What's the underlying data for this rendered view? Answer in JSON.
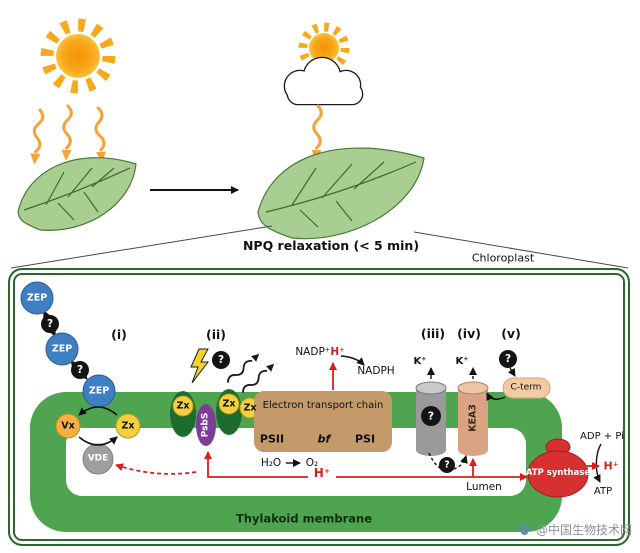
{
  "scene": {
    "npq_label": "NPQ relaxation (< 5 min)",
    "chloroplast_label": "Chloroplast"
  },
  "panels": {
    "i": "(i)",
    "ii": "(ii)",
    "iii": "(iii)",
    "iv": "(iv)",
    "v": "(v)"
  },
  "proteins": {
    "zep": "ZEP",
    "question": "?",
    "vx": "Vx",
    "zx": "Zx",
    "vde": "VDE",
    "psbs": "PsbS",
    "etc": "Electron transport chain",
    "psii": "PSII",
    "bf": "bf",
    "psi": "PSI",
    "kea3": "KEA3",
    "cterm": "C-term",
    "atp_synthase": "ATP synthase"
  },
  "molecules": {
    "nadp": "NADP⁺",
    "h_plus": "H⁺",
    "nadph": "NADPH",
    "h2o": "H₂O",
    "o2": "O₂",
    "k": "K⁺",
    "adp_pi": "ADP + Pi",
    "atp": "ATP"
  },
  "membrane": {
    "thylakoid": "Thylakoid membrane",
    "lumen": "Lumen"
  },
  "watermark": {
    "handle": "@中国生物技术网"
  },
  "colors": {
    "membrane_green": "#4FA44F",
    "zep_blue": "#3F7FC1",
    "psbs_purple": "#7D3C98",
    "zx_yellow": "#F4D03F",
    "etc_tan": "#C49A6B",
    "kea3_tan": "#D9A384",
    "atp_red": "#D63031",
    "accent_red": "#D81E1E",
    "leaf_green": "#A9CE91",
    "dark_oval_green": "#1E6B2F",
    "sun_orange": "#F7A81B"
  }
}
